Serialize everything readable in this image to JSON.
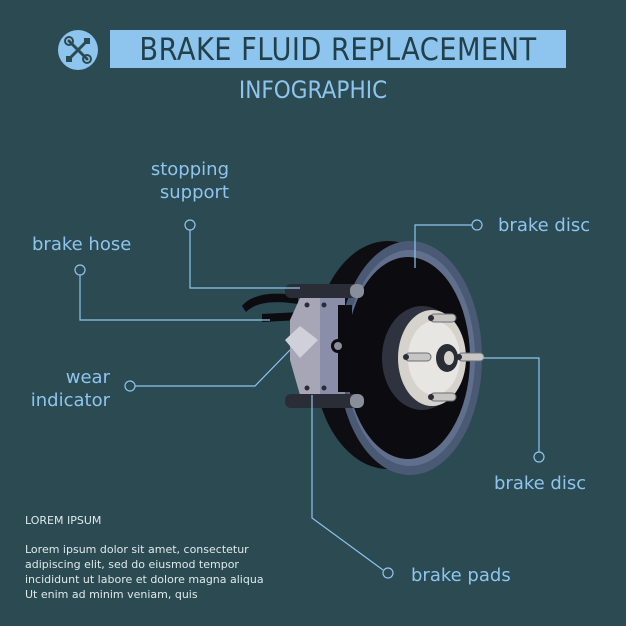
{
  "header": {
    "title": "BRAKE FLUID REPLACEMENT",
    "subtitle": "INFOGRAPHIC",
    "icon": "wrench-screwdriver-icon"
  },
  "labels": {
    "stopping_support": "stopping\nsupport",
    "brake_hose": "brake hose",
    "wear_indicator": "wear\nindicator",
    "brake_disc_top": "brake disc",
    "brake_disc_bottom": "brake disc",
    "brake_pads": "brake pads"
  },
  "footer": {
    "heading": "LOREM IPSUM",
    "body": "Lorem ipsum dolor sit amet, consectetur adipiscing elit, sed do eiusmod tempor incididunt ut labore et dolore magna aliqua Ut enim ad minim veniam, quis"
  },
  "colors": {
    "background": "#2b4a52",
    "accent": "#8ec5ee",
    "text_light": "#dfe9ec"
  }
}
